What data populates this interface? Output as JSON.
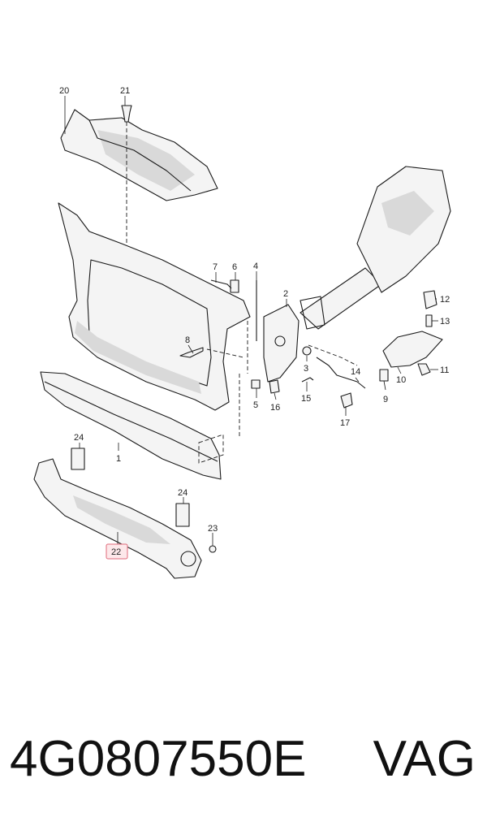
{
  "callouts": [
    {
      "label": "20"
    },
    {
      "label": "21"
    },
    {
      "label": "7"
    },
    {
      "label": "6"
    },
    {
      "label": "4"
    },
    {
      "label": "2"
    },
    {
      "label": "12"
    },
    {
      "label": "13"
    },
    {
      "label": "8"
    },
    {
      "label": "3"
    },
    {
      "label": "14"
    },
    {
      "label": "10"
    },
    {
      "label": "11"
    },
    {
      "label": "9"
    },
    {
      "label": "5"
    },
    {
      "label": "16"
    },
    {
      "label": "15"
    },
    {
      "label": "17"
    },
    {
      "label": "24"
    },
    {
      "label": "1"
    },
    {
      "label": "24"
    },
    {
      "label": "23"
    },
    {
      "label": "22"
    }
  ],
  "highlighted_callout": "22",
  "part_number": "4G0807550E",
  "brand": "VAG",
  "colors": {
    "highlight_fill": "#fde8ea",
    "highlight_stroke": "#e06a7a",
    "line": "#1a1a1a"
  }
}
